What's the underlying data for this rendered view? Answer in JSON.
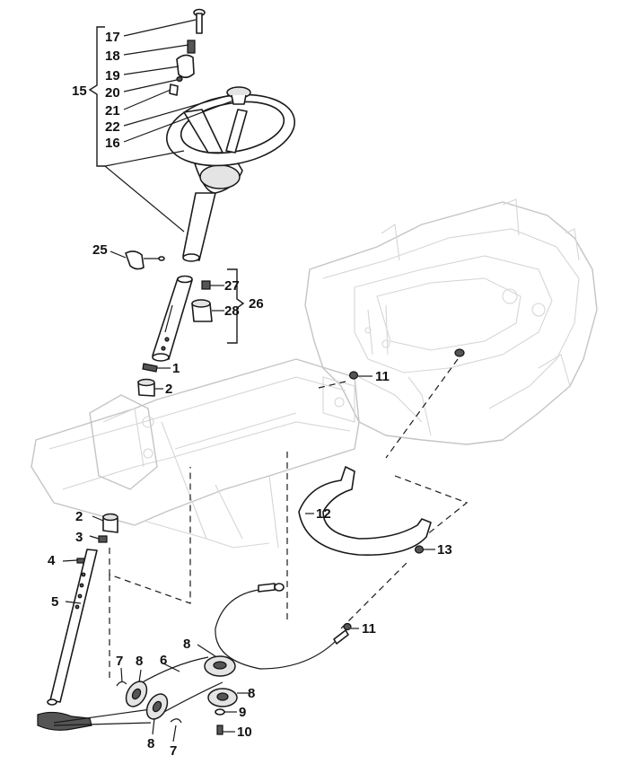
{
  "labels": {
    "l1": "1",
    "l2a": "2",
    "l2b": "2",
    "l3": "3",
    "l4": "4",
    "l5": "5",
    "l6": "6",
    "l7a": "7",
    "l7b": "7",
    "l8a": "8",
    "l8b": "8",
    "l8c": "8",
    "l8d": "8",
    "l9": "9",
    "l10": "10",
    "l11a": "11",
    "l11b": "11",
    "l12": "12",
    "l13": "13",
    "l15": "15",
    "l16": "16",
    "l17": "17",
    "l18": "18",
    "l19": "19",
    "l20": "20",
    "l21": "21",
    "l22": "22",
    "l25": "25",
    "l26": "26",
    "l27": "27",
    "l28": "28"
  }
}
